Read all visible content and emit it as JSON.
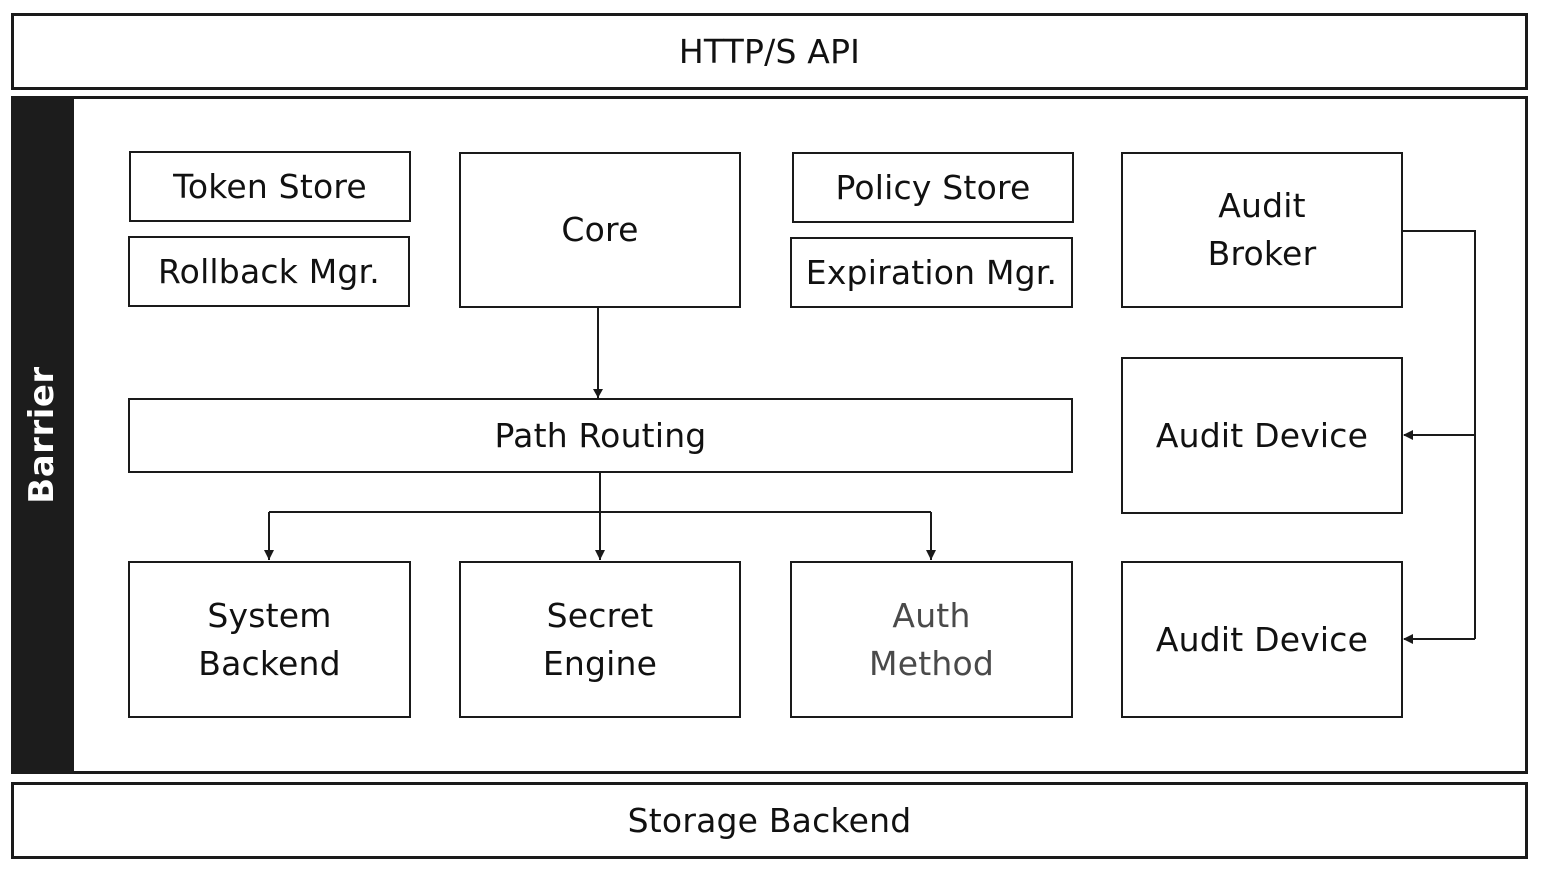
{
  "top_bar": {
    "label": "HTTP/S API"
  },
  "bottom_bar": {
    "label": "Storage Backend"
  },
  "barrier": {
    "label": "Barrier"
  },
  "components": {
    "token_store": "Token Store",
    "rollback_mgr": "Rollback Mgr.",
    "core": "Core",
    "policy_store": "Policy Store",
    "expiration_mgr": "Expiration Mgr.",
    "audit_broker": "Audit\nBroker",
    "path_routing": "Path Routing",
    "system_backend": "System\nBackend",
    "secret_engine": "Secret\nEngine",
    "auth_method": "Auth\nMethod",
    "audit_device_1": "Audit Device",
    "audit_device_2": "Audit Device"
  }
}
